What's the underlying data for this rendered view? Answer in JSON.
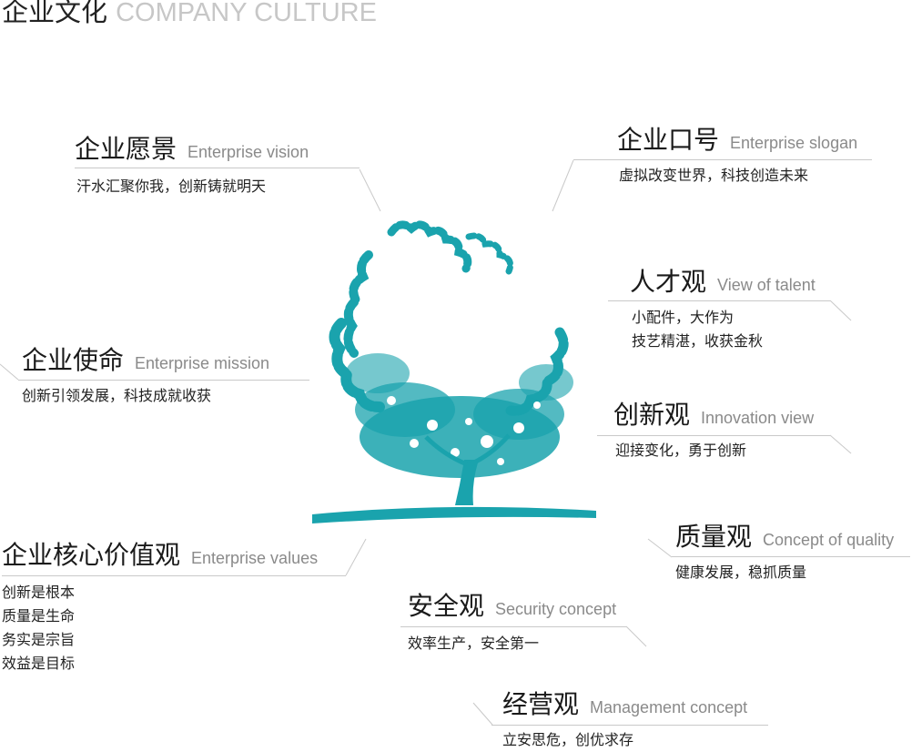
{
  "title": {
    "cn": "企业文化",
    "en": "COMPANY CULTURE"
  },
  "vision": {
    "cn": "企业愿景",
    "en": "Enterprise vision",
    "lines": [
      "汗水汇聚你我，创新铸就明天"
    ]
  },
  "slogan": {
    "cn": "企业口号",
    "en": "Enterprise slogan",
    "lines": [
      "虚拟改变世界，科技创造未来"
    ]
  },
  "talent": {
    "cn": "人才观",
    "en": "View of talent",
    "lines": [
      "小配件，大作为",
      "技艺精湛，收获金秋"
    ]
  },
  "mission": {
    "cn": "企业使命",
    "en": "Enterprise mission",
    "lines": [
      "创新引领发展，科技成就收获"
    ]
  },
  "innovation": {
    "cn": "创新观",
    "en": "Innovation view",
    "lines": [
      "迎接变化，勇于创新"
    ]
  },
  "quality": {
    "cn": "质量观",
    "en": "Concept of quality",
    "lines": [
      "健康发展，稳抓质量"
    ]
  },
  "values": {
    "cn": "企业核心价值观",
    "en": "Enterprise values",
    "lines": [
      "创新是根本",
      "质量是生命",
      "务实是宗旨",
      "效益是目标"
    ]
  },
  "security": {
    "cn": "安全观",
    "en": "Security concept",
    "lines": [
      "效率生产，安全第一"
    ]
  },
  "management": {
    "cn": "经营观",
    "en": "Management concept",
    "lines": [
      "立安思危，创优求存"
    ]
  },
  "colors": {
    "tree": "#1aa3ad",
    "line": "#c9c9c9",
    "title_en": "#c7c7c7"
  }
}
